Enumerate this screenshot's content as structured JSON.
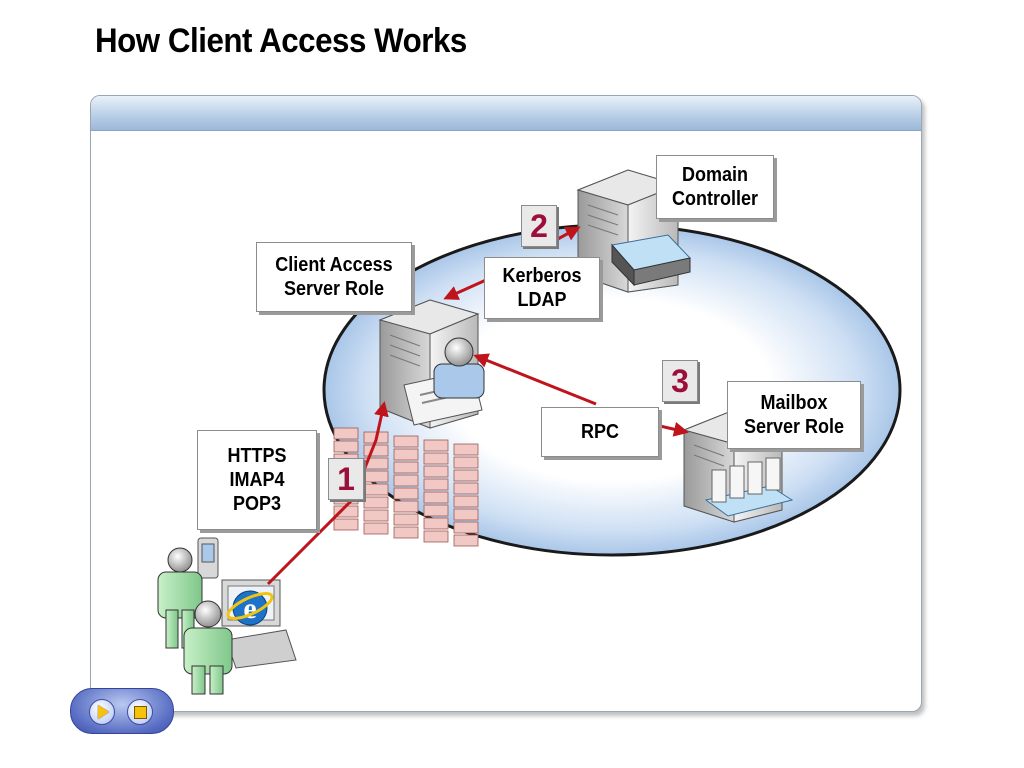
{
  "title": "How Client Access Works",
  "labels": {
    "client_access": [
      "Client Access",
      "Server Role"
    ],
    "domain_controller": [
      "Domain",
      "Controller"
    ],
    "kerberos": [
      "Kerberos",
      "LDAP"
    ],
    "mailbox": [
      "Mailbox",
      "Server Role"
    ],
    "rpc": "RPC",
    "protocols": [
      "HTTPS",
      "IMAP4",
      "POP3"
    ]
  },
  "steps": [
    "1",
    "2",
    "3"
  ],
  "icons": [
    "server-icon",
    "firewall-icon",
    "user-icon",
    "computer-icon",
    "pda-icon",
    "internet-explorer-icon",
    "mail-envelope-icon",
    "directory-book-icon"
  ],
  "colors": {
    "arrow": "#c0141c",
    "step_number": "#9c0f3a",
    "ellipse": "#cfe0f4"
  },
  "nav": {
    "play_icon": "play-icon",
    "stop_icon": "stop-icon"
  }
}
